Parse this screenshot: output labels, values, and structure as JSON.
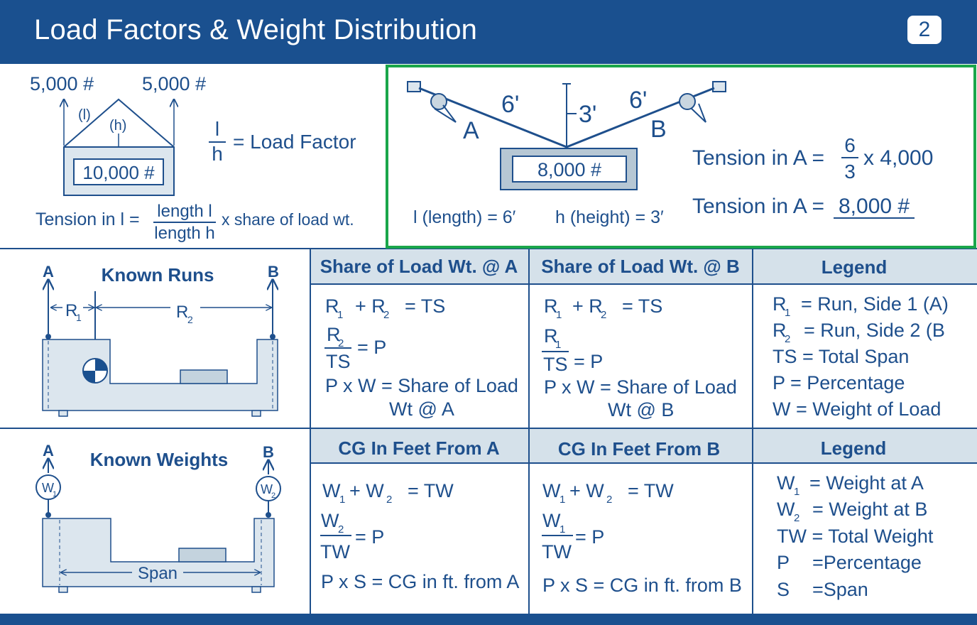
{
  "header": {
    "title": "Load Factors & Weight Distribution",
    "page_number": "2"
  },
  "load_factor_panel": {
    "left_weight": "5,000 #",
    "right_weight": "5,000 #",
    "length_label": "(l)",
    "height_label": "(h)",
    "box_weight": "10,000 #",
    "fraction_num": "l",
    "fraction_den": "h",
    "equals_text": "= Load Factor",
    "tension_prefix": "Tension in l =",
    "tension_num": "length l",
    "tension_den": "length h",
    "tension_suffix": "x share of load wt."
  },
  "example_panel": {
    "sling_a_length": "6'",
    "sling_b_length": "6'",
    "height": "3'",
    "label_a": "A",
    "label_b": "B",
    "box_weight": "8,000 #",
    "length_note": "l (length) = 6′",
    "height_note": "h (height) = 3′",
    "tension_prefix_1": "Tension in A =",
    "tension_num": "6",
    "tension_den": "3",
    "tension_mult": "x 4,000",
    "tension_prefix_2": "Tension in A =",
    "tension_result": "8,000 #"
  },
  "known_runs": {
    "title": "Known Runs",
    "label_a": "A",
    "label_b": "B",
    "r1": "R",
    "r1_sub": "1",
    "r2": "R",
    "r2_sub": "2"
  },
  "known_weights": {
    "title": "Known Weights",
    "label_a": "A",
    "label_b": "B",
    "w": "W",
    "w1_sub": "1",
    "w2_sub": "2",
    "span": "Span"
  },
  "table1": {
    "col_a": {
      "header": "Share of Load Wt. @ A",
      "eq1_r": "R",
      "eq1_s1": "1",
      "eq1_plus": "+ R",
      "eq1_s2": "2",
      "eq1_rest": "=  TS",
      "frac_num": "R",
      "frac_num_sub": "2",
      "frac_den": "TS",
      "frac_eq": "= P",
      "line3": "P x W = Share of Load",
      "line4": "Wt @ A"
    },
    "col_b": {
      "header": "Share of Load Wt. @ B",
      "eq1_r": "R",
      "eq1_s1": "1",
      "eq1_plus": "+ R",
      "eq1_s2": "2",
      "eq1_rest": "=  TS",
      "frac_num": "R",
      "frac_num_sub": "1",
      "frac_den": "TS",
      "frac_eq": "= P",
      "line3": "P x W = Share of Load",
      "line4": "Wt @ B"
    },
    "legend": {
      "header": "Legend",
      "l1_sym": "R",
      "l1_sub": "1",
      "l1_text": "=  Run, Side 1 (A)",
      "l2_sym": "R",
      "l2_sub": "2",
      "l2_text": "=  Run, Side 2 (B",
      "l3": "TS = Total Span",
      "l4": "P = Percentage",
      "l5": "W = Weight of Load"
    }
  },
  "table2": {
    "col_a": {
      "header": "CG In Feet From A",
      "eq1_w": "W",
      "eq1_s1": "1",
      "eq1_plus": "+ W",
      "eq1_s2": "2",
      "eq1_rest": "=  TW",
      "frac_num": "W",
      "frac_num_sub": "2",
      "frac_den": "TW",
      "frac_eq": "= P",
      "line3": "P x S = CG in ft. from A"
    },
    "col_b": {
      "header": "CG In Feet From B",
      "eq1_w": "W",
      "eq1_s1": "1",
      "eq1_plus": "+ W",
      "eq1_s2": "2",
      "eq1_rest": "=  TW",
      "frac_num": "W",
      "frac_num_sub": "1",
      "frac_den": "TW",
      "frac_eq": "= P",
      "line3": "P x S = CG in ft. from B"
    },
    "legend": {
      "header": "Legend",
      "l1_sym": "W",
      "l1_sub": "1",
      "l1_text": "= Weight at A",
      "l2_sym": "W",
      "l2_sub": "2",
      "l2_text": "= Weight at B",
      "l3": "TW = Total Weight",
      "l4_sym": "P",
      "l4_text": "=Percentage",
      "l5_sym": "S",
      "l5_text": "=Span"
    }
  },
  "colors": {
    "brand_blue": "#1a508f",
    "text_blue": "#1e4f8c",
    "panel_fill": "#dce6ee",
    "header_fill": "#d5e1ea",
    "highlight_green": "#1aa64a"
  }
}
